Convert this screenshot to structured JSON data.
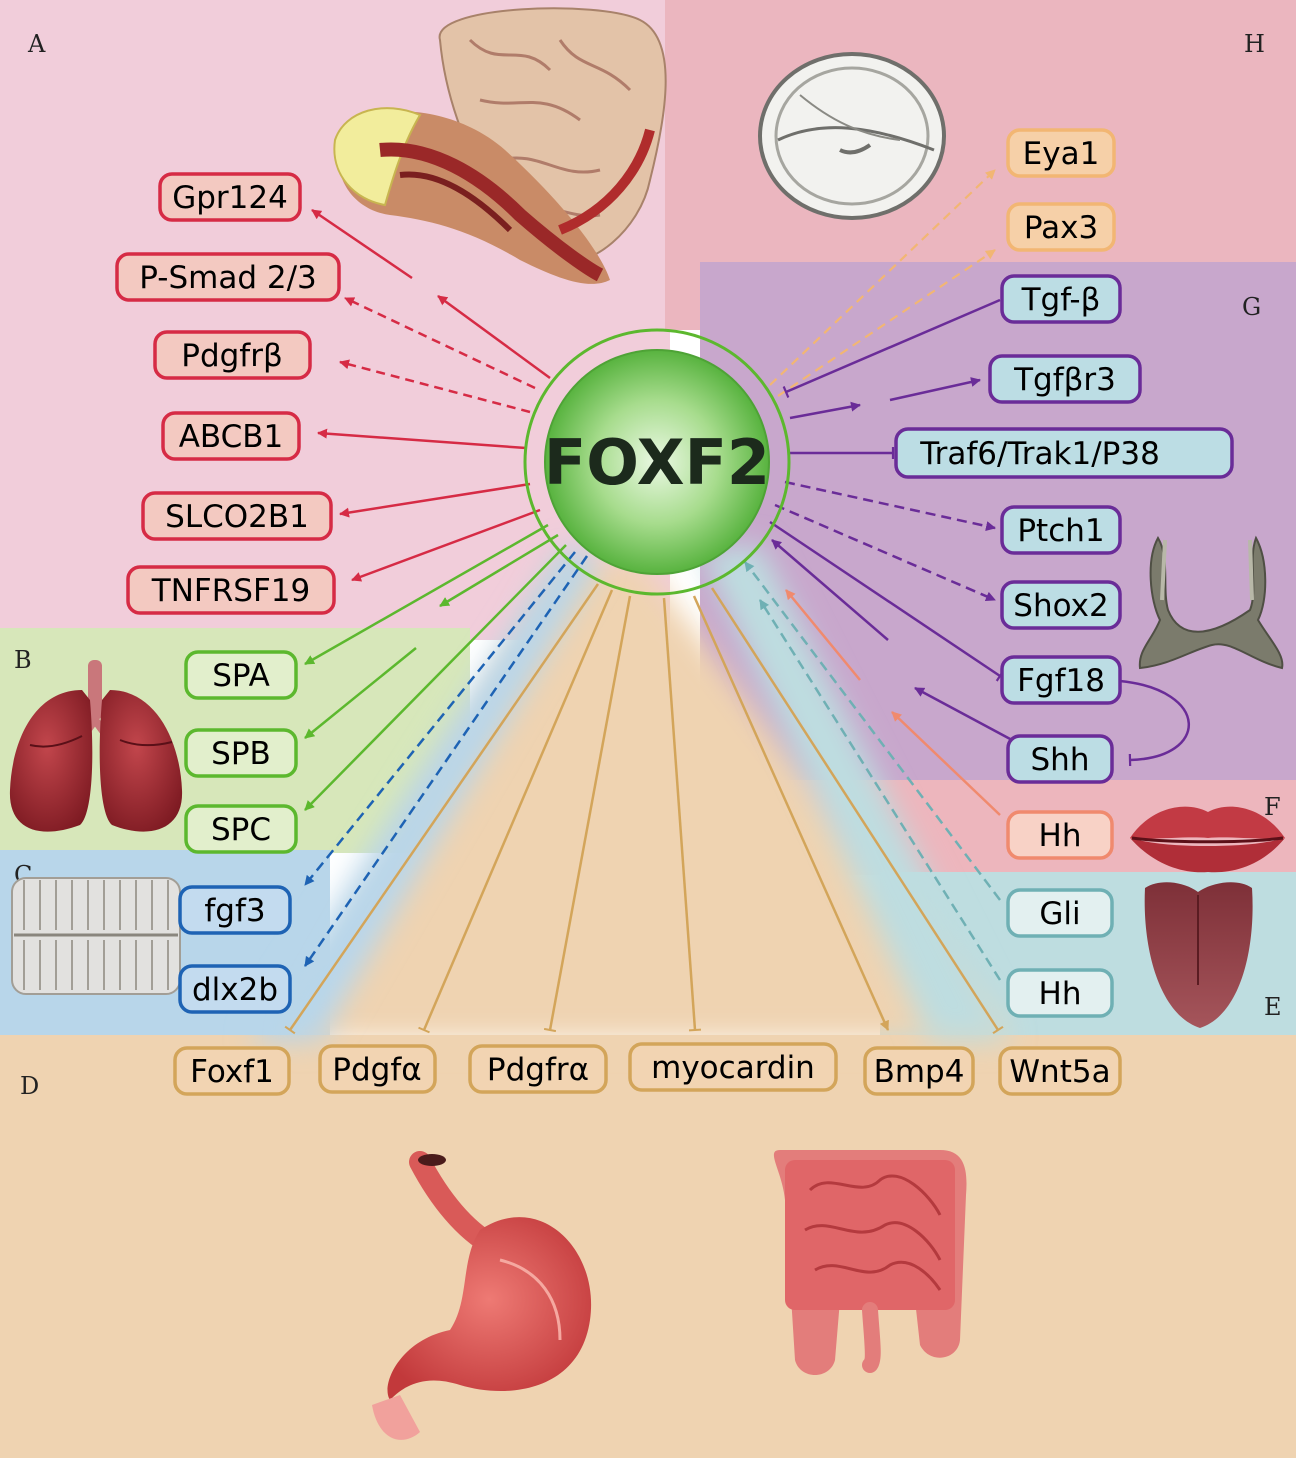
{
  "center": {
    "label": "FOXF2"
  },
  "colors": {
    "A": "#d62b45",
    "B": "#5cb82e",
    "C": "#1e63b4",
    "D": "#d3a55a",
    "E": "#6fb0b4",
    "F": "#f08a6e",
    "G": "#6a2c98",
    "H": "#f2b673"
  },
  "panels": {
    "A": "A",
    "B": "B",
    "C": "C",
    "D": "D",
    "E": "E",
    "F": "F",
    "G": "G",
    "H": "H"
  },
  "nodes": {
    "gpr124": "Gpr124",
    "psmad": "P-Smad 2/3",
    "pdgfrb": "Pdgfrβ",
    "abcb1": "ABCB1",
    "slco2b1": "SLCO2B1",
    "tnfrsf19": "TNFRSF19",
    "spa": "SPA",
    "spb": "SPB",
    "spc": "SPC",
    "fgf3": "fgf3",
    "dlx2b": "dlx2b",
    "foxf1": "Foxf1",
    "pdgfa": "Pdgfα",
    "pdgfra": "Pdgfrα",
    "myocardin": "myocardin",
    "bmp4": "Bmp4",
    "wnt5a": "Wnt5a",
    "eya1": "Eya1",
    "pax3": "Pax3",
    "tgfb": "Tgf-β",
    "tgfbr3": "Tgfβr3",
    "traf6": "Traf6/Trak1/P38",
    "ptch1": "Ptch1",
    "shox2": "Shox2",
    "fgf18": "Fgf18",
    "shh": "Shh",
    "hhF": "Hh",
    "gli": "Gli",
    "hhE": "Hh"
  },
  "organs": {
    "brain-vessel": "brain and blood vessel",
    "lungs": "lungs",
    "teeth": "teeth",
    "stomach": "stomach",
    "intestine": "intestine",
    "inner-ear": "inner ear",
    "palate-bone": "palate bone",
    "lips": "lips",
    "tongue": "tongue"
  }
}
